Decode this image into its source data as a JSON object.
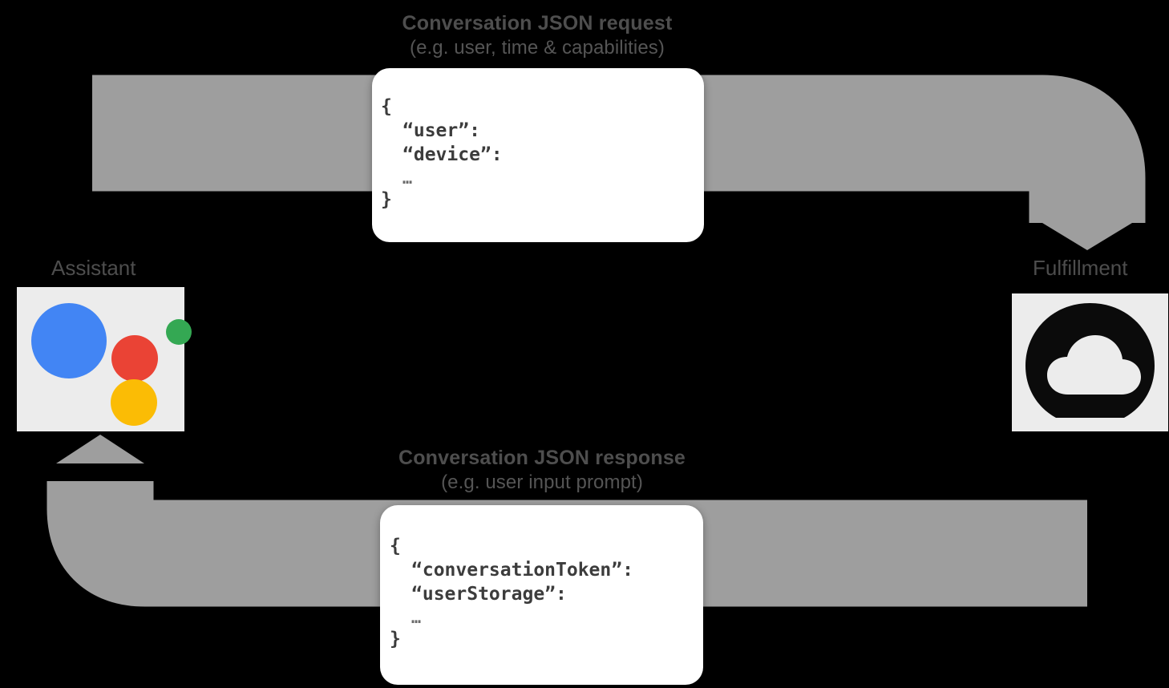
{
  "diagram": {
    "title": "Conversation JSON request/response flow",
    "background_color": "#000000",
    "arrow_color": "#9e9e9e",
    "tile_color": "#ececec"
  },
  "flows": {
    "request": {
      "line1": "Conversation JSON request",
      "line2": "(e.g. user, time & capabilities)",
      "direction": "assistant-to-fulfillment"
    },
    "response": {
      "line1": "Conversation JSON response",
      "line2": "(e.g. user input prompt)",
      "direction": "fulfillment-to-assistant"
    }
  },
  "nodes": {
    "assistant": {
      "label": "Assistant",
      "icon": "google-assistant-icon",
      "colors": {
        "blue": "#4285F4",
        "red": "#EA4335",
        "green": "#34A853",
        "yellow": "#FBBC05"
      }
    },
    "fulfillment": {
      "label": "Fulfillment",
      "icon": "cloud-functions-icon",
      "colors": {
        "shape": "#0b0b0b",
        "cloud": "#ececec"
      }
    }
  },
  "json_request": {
    "open_brace": "{",
    "key_user": "“user”:",
    "key_device": "“device”:",
    "ellipsis": "…",
    "close_brace": "}"
  },
  "json_response": {
    "open_brace": "{",
    "key_conversation_token": "“conversationToken”:",
    "key_user_storage": "“userStorage”:",
    "ellipsis": "…",
    "close_brace": "}"
  }
}
